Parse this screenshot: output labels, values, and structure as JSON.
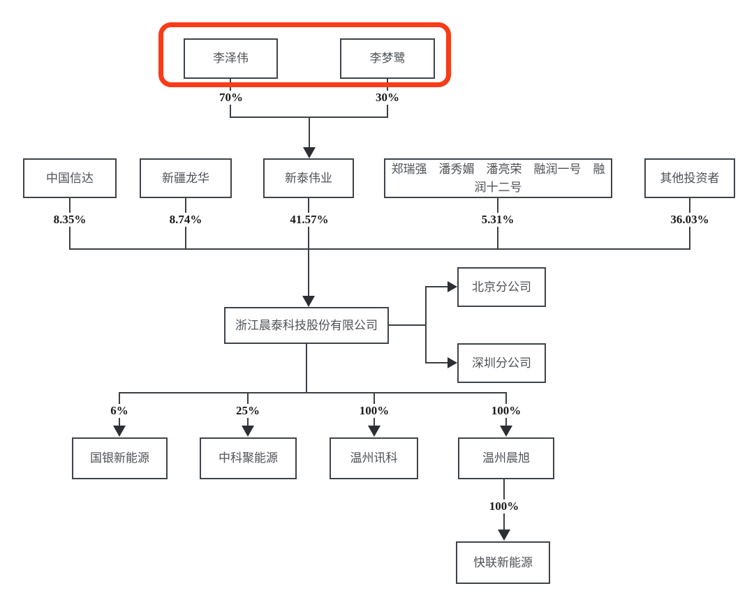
{
  "colors": {
    "highlight_border": "#f93b17",
    "box_border": "#3e434b",
    "line": "#3a3e46",
    "box_text": "#4e5156",
    "percent_text": "#1a1a1c",
    "background": "#ffffff"
  },
  "nodes": {
    "holder1": "李泽伟",
    "holder2": "李梦鹭",
    "sh1": "中国信达",
    "sh2": "新疆龙华",
    "sh3": "新泰伟业",
    "sh4": "郑瑞强　潘秀媚　潘亮荣　融润一号　融润十二号",
    "sh5": "其他投资者",
    "company": "浙江晨泰科技股份有限公司",
    "branch1": "北京分公司",
    "branch2": "深圳分公司",
    "sub1": "国银新能源",
    "sub2": "中科聚能源",
    "sub3": "温州讯科",
    "sub4": "温州晨旭",
    "sub5": "快联新能源"
  },
  "percentages": {
    "holder1": "70%",
    "holder2": "30%",
    "sh1": "8.35%",
    "sh2": "8.74%",
    "sh3": "41.57%",
    "sh4": "5.31%",
    "sh5": "36.03%",
    "sub1": "6%",
    "sub2": "25%",
    "sub3": "100%",
    "sub4": "100%",
    "sub5": "100%"
  },
  "edges": [
    {
      "from": "李泽伟",
      "to": "新泰伟业",
      "percent": "70%"
    },
    {
      "from": "李梦鹭",
      "to": "新泰伟业",
      "percent": "30%"
    },
    {
      "from": "中国信达",
      "to": "浙江晨泰科技股份有限公司",
      "percent": "8.35%"
    },
    {
      "from": "新疆龙华",
      "to": "浙江晨泰科技股份有限公司",
      "percent": "8.74%"
    },
    {
      "from": "新泰伟业",
      "to": "浙江晨泰科技股份有限公司",
      "percent": "41.57%"
    },
    {
      "from": "郑瑞强　潘秀媚　潘亮荣　融润一号　融润十二号",
      "to": "浙江晨泰科技股份有限公司",
      "percent": "5.31%"
    },
    {
      "from": "其他投资者",
      "to": "浙江晨泰科技股份有限公司",
      "percent": "36.03%"
    },
    {
      "from": "浙江晨泰科技股份有限公司",
      "to": "北京分公司",
      "percent": ""
    },
    {
      "from": "浙江晨泰科技股份有限公司",
      "to": "深圳分公司",
      "percent": ""
    },
    {
      "from": "浙江晨泰科技股份有限公司",
      "to": "国银新能源",
      "percent": "6%"
    },
    {
      "from": "浙江晨泰科技股份有限公司",
      "to": "中科聚能源",
      "percent": "25%"
    },
    {
      "from": "浙江晨泰科技股份有限公司",
      "to": "温州讯科",
      "percent": "100%"
    },
    {
      "from": "浙江晨泰科技股份有限公司",
      "to": "温州晨旭",
      "percent": "100%"
    },
    {
      "from": "温州晨旭",
      "to": "快联新能源",
      "percent": "100%"
    }
  ]
}
